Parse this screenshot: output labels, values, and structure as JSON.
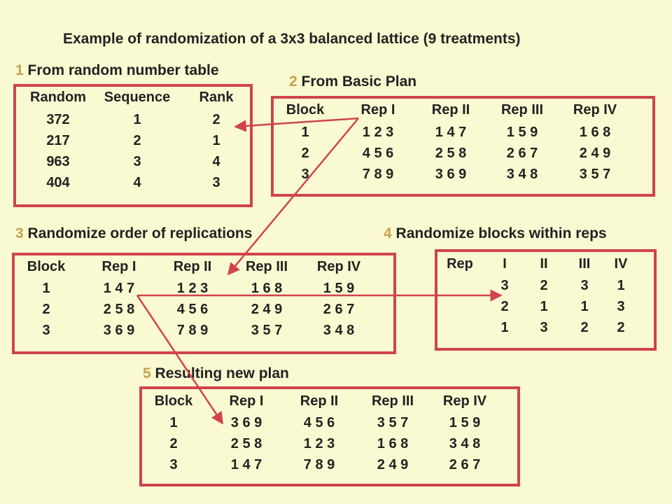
{
  "title": "Example of randomization of a 3x3 balanced lattice (9 treatments)",
  "colors": {
    "background": "#fafad2",
    "box_border": "#d0434e",
    "step_number": "#c8a050",
    "arrow": "#d0434e",
    "text": "#222222"
  },
  "step1": {
    "number": "1",
    "label": "From random number table",
    "headers": [
      "Random",
      "Sequence",
      "Rank"
    ],
    "rows": [
      [
        "372",
        "1",
        "2"
      ],
      [
        "217",
        "2",
        "1"
      ],
      [
        "963",
        "3",
        "4"
      ],
      [
        "404",
        "4",
        "3"
      ]
    ]
  },
  "step2": {
    "number": "2",
    "label": "From Basic Plan",
    "headers": [
      "Block",
      "Rep I",
      "Rep II",
      "Rep III",
      "Rep IV"
    ],
    "rows": [
      [
        "1",
        "1 2 3",
        "1 4 7",
        "1 5 9",
        "1 6 8"
      ],
      [
        "2",
        "4 5 6",
        "2 5 8",
        "2 6 7",
        "2 4 9"
      ],
      [
        "3",
        "7 8 9",
        "3 6 9",
        "3 4 8",
        "3 5 7"
      ]
    ]
  },
  "step3": {
    "number": "3",
    "label": "Randomize order of replications",
    "headers": [
      "Block",
      "Rep I",
      "Rep II",
      "Rep III",
      "Rep IV"
    ],
    "rows": [
      [
        "1",
        "1 4 7",
        "1 2 3",
        "1 6 8",
        "1 5 9"
      ],
      [
        "2",
        "2 5 8",
        "4 5 6",
        "2 4 9",
        "2 6 7"
      ],
      [
        "3",
        "3 6 9",
        "7 8 9",
        "3 5 7",
        "3 4 8"
      ]
    ]
  },
  "step4": {
    "number": "4",
    "label": "Randomize blocks within reps",
    "headers": [
      "Rep",
      "I",
      "II",
      "III",
      "IV"
    ],
    "rows": [
      [
        "",
        "3",
        "2",
        "3",
        "1"
      ],
      [
        "",
        "2",
        "1",
        "1",
        "3"
      ],
      [
        "",
        "1",
        "3",
        "2",
        "2"
      ]
    ]
  },
  "step5": {
    "number": "5",
    "label": "Resulting new plan",
    "headers": [
      "Block",
      "Rep I",
      "Rep II",
      "Rep III",
      "Rep IV"
    ],
    "rows": [
      [
        "1",
        "3 6 9",
        "4 5 6",
        "3 5 7",
        "1 5 9"
      ],
      [
        "2",
        "2 5 8",
        "1 2 3",
        "1 6 8",
        "3 4 8"
      ],
      [
        "3",
        "1 4 7",
        "7 8 9",
        "2 4 9",
        "2 6 7"
      ]
    ]
  }
}
